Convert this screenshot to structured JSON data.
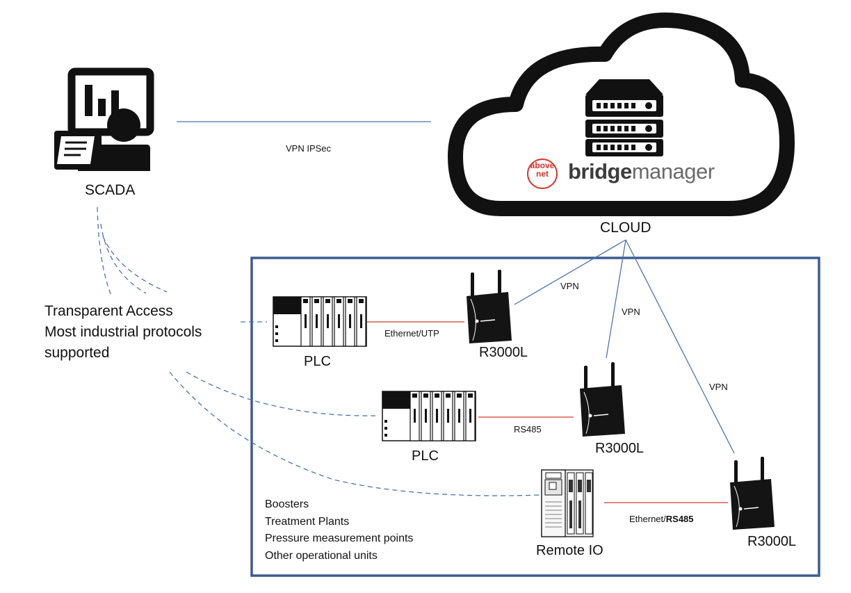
{
  "nodes": {
    "scada": "SCADA",
    "cloud": "CLOUD",
    "brand_logo": "above net",
    "brand_bold": "bridge",
    "brand_light": "manager",
    "plc_1": "PLC",
    "plc_2": "PLC",
    "router_1": "R3000L",
    "router_2": "R3000L",
    "router_3": "R3000L",
    "remote_io": "Remote IO"
  },
  "links": {
    "vpn_ipsec": "VPN IPSec",
    "vpn_1": "VPN",
    "vpn_2": "VPN",
    "vpn_3": "VPN",
    "ethernet_utp": "Ethernet/UTP",
    "rs485": "RS485",
    "ethernet_rs485_a": "Ethernet/",
    "ethernet_rs485_b": "RS485"
  },
  "access_text": {
    "line1": "Transparent Access",
    "line2": "Most industrial protocols",
    "line3": "supported"
  },
  "sites": [
    "Boosters",
    "Treatment Plants",
    "Pressure measurement points",
    "Other operational units"
  ],
  "colors": {
    "link_blue": "#4a74b0",
    "serial_red": "#d43a2f",
    "frame_blue": "#3b5c8f",
    "icon_black": "#111111"
  }
}
